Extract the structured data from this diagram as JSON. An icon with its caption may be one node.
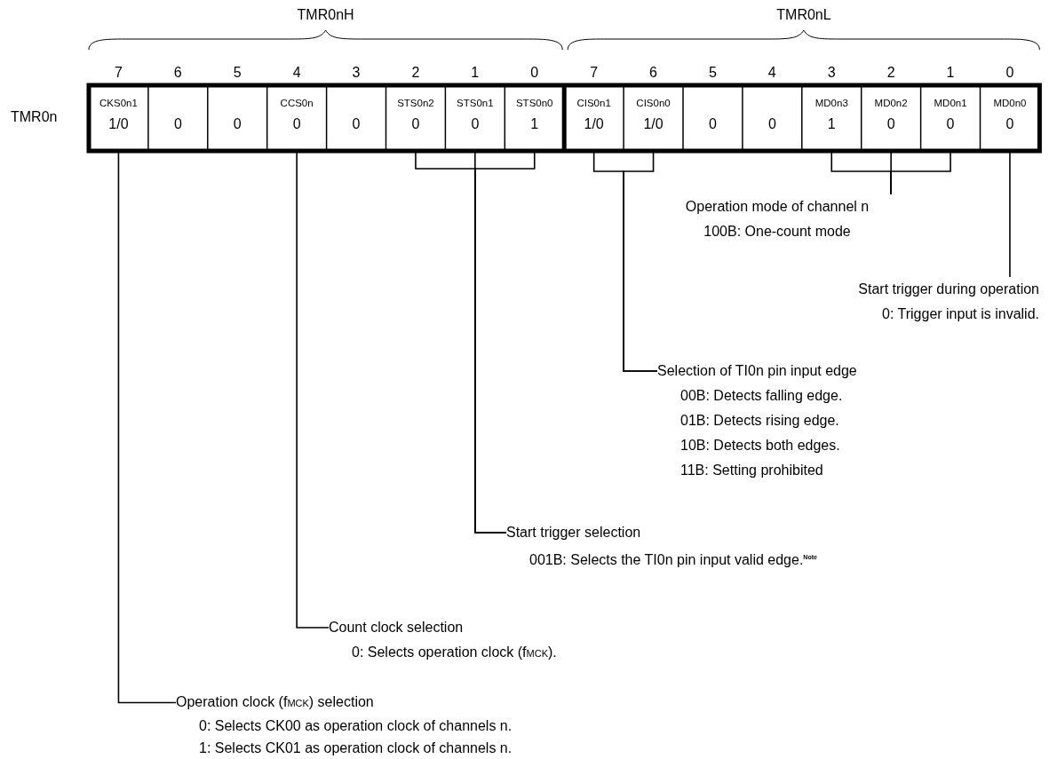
{
  "diagram": {
    "nodes": [
      {
        "text": [
          "CKS0n1",
          "1/0"
        ]
      },
      {
        "text": [
          "0"
        ]
      },
      {
        "text": [
          "0"
        ]
      },
      {
        "text": [
          "CCS0n",
          "0"
        ]
      },
      {
        "text": [
          "0"
        ]
      },
      {
        "text": [
          "STS0n2",
          "0"
        ]
      },
      {
        "text": [
          "STS0n1",
          "0"
        ]
      },
      {
        "text": [
          "STS0n0",
          "1"
        ]
      },
      {
        "text": [
          "CIS0n1",
          "1/0"
        ]
      },
      {
        "text": [
          "CIS0n0",
          "1/0"
        ]
      },
      {
        "text": [
          "0"
        ]
      },
      {
        "text": [
          "0"
        ]
      },
      {
        "text": [
          "MD0n3",
          "1"
        ]
      },
      {
        "text": [
          "MD0n2",
          "0"
        ]
      },
      {
        "text": [
          "MD0n1",
          "0"
        ]
      },
      {
        "text": [
          "MD0n0",
          "0"
        ]
      },
      {
        "text": [
          "Operation mode of channel n",
          "100B: One-count mode"
        ]
      },
      {
        "text": [
          "Start trigger during operation",
          "0: Trigger input is invalid."
        ]
      },
      {
        "text": [
          "Selection of TI0n pin input edge",
          "00B: Detects falling edge.",
          "01B: Detects rising edge.",
          "10B: Detects both edges.",
          "11B: Setting prohibited"
        ]
      },
      {
        "text": [
          "Start trigger selection",
          "001B: Selects the TI0n pin input valid edge.$^{Note}$"
        ]
      },
      {
        "text": [
          "Count clock selection",
          "0: Selects operation clock (f$_{MCK}$)."
        ]
      },
      {
        "text": [
          "Operation clock (f$_{MCK}$) selection",
          "0: Selects CK00 as operation clock of channels n.",
          "1: Selects CK01 as operation clock of channels n."
        ]
      }
    ],
    "edges": [
      {
        "from": 12,
        "to": 16,
        "arrow": "none"
      },
      {
        "from": 13,
        "to": 16,
        "arrow": "none"
      },
      {
        "from": 14,
        "to": 16,
        "arrow": "none"
      },
      {
        "from": 15,
        "to": 17,
        "arrow": "none"
      },
      {
        "from": 8,
        "to": 18,
        "arrow": "none"
      },
      {
        "from": 9,
        "to": 18,
        "arrow": "none"
      },
      {
        "from": 5,
        "to": 19,
        "arrow": "none"
      },
      {
        "from": 6,
        "to": 19,
        "arrow": "none"
      },
      {
        "from": 7,
        "to": 19,
        "arrow": "none"
      },
      {
        "from": 3,
        "to": 20,
        "arrow": "none"
      },
      {
        "from": 0,
        "to": 21,
        "arrow": "none"
      }
    ],
    "labels": [
      "TMR0nH",
      "TMR0nL",
      "7",
      "6",
      "5",
      "4",
      "3",
      "2",
      "1",
      "0",
      "7",
      "6",
      "5",
      "4",
      "3",
      "2",
      "1",
      "0",
      "TMR0n"
    ]
  }
}
